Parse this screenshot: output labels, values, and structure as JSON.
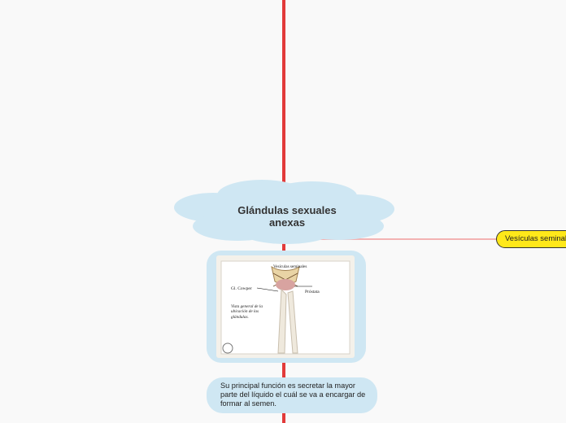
{
  "central_topic": {
    "title": "Glándulas sexuales anexas"
  },
  "topics": [
    {
      "label": "Vesículas seminales"
    }
  ],
  "image_node": {
    "icon": "anatomy-image-icon",
    "labels": {
      "vesiculas": "Vesículas seminales",
      "cowper": "Gl. Cowper",
      "prostata": "Próstata",
      "caption": "Vista general de la ubicación de las glándulas."
    }
  },
  "note_node": {
    "text": "Su principal función es secretar la mayor parte del líquido el cuál se va a encargar de formar al semen."
  },
  "colors": {
    "connector": "#e23a3a",
    "branch": "#f3b3b3",
    "cloud": "#cfe7f3",
    "topic": "#ffe81a"
  }
}
